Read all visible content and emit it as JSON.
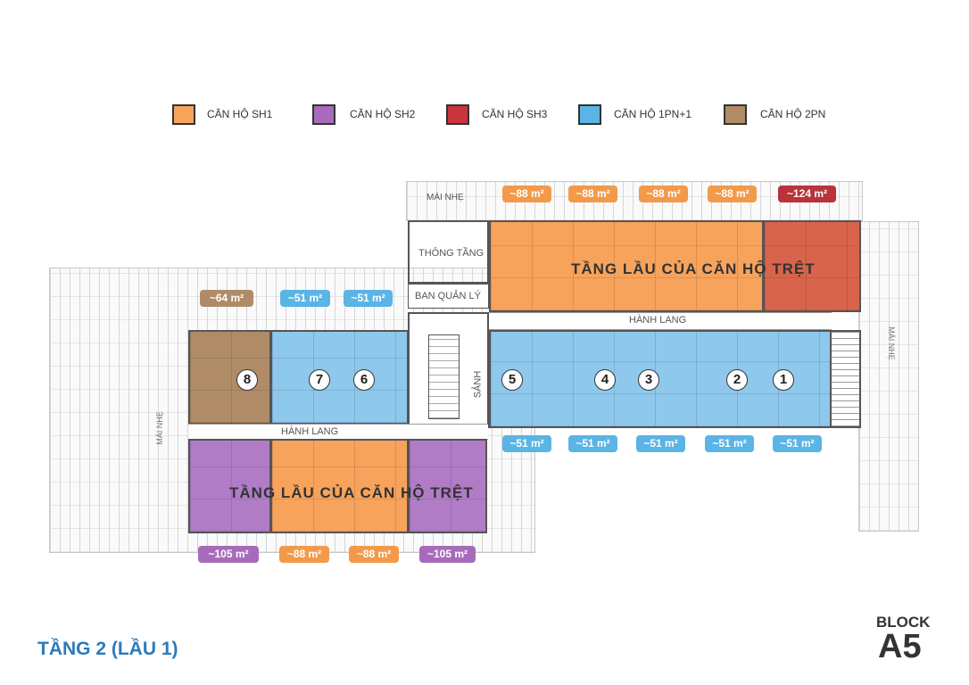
{
  "legend": [
    {
      "label": "CĂN HỘ SH1",
      "color": "#f7a35c"
    },
    {
      "label": "CĂN HỘ SH2",
      "color": "#a86bbb"
    },
    {
      "label": "CĂN HỘ SH3",
      "color": "#c9343f"
    },
    {
      "label": "CĂN HỘ 1PN+1",
      "color": "#5bb4e5"
    },
    {
      "label": "CĂN HỘ 2PN",
      "color": "#b08b68"
    }
  ],
  "labels": {
    "roof": "MÁI NHẸ",
    "void": "THÔNG TẦNG",
    "management": "BAN QUẢN LÝ",
    "corridor": "HÀNH LANG",
    "lobby": "SẢNH",
    "upper_floor": "TẦNG LẦU CỦA CĂN HỘ TRỆT"
  },
  "areas": {
    "top": [
      "~88 m²",
      "~88 m²",
      "~88 m²",
      "~88 m²",
      "~124 m²"
    ],
    "right_bottom": [
      "~51 m²",
      "~51 m²",
      "~51 m²",
      "~51 m²",
      "~51 m²"
    ],
    "left_top": [
      "~64 m²",
      "~51 m²",
      "~51 m²"
    ],
    "left_bottom": [
      "~105 m²",
      "~88 m²",
      "~88 m²",
      "~105 m²"
    ]
  },
  "unit_numbers": [
    "1",
    "2",
    "3",
    "4",
    "5",
    "6",
    "7",
    "8"
  ],
  "title": "TẦNG 2 (LẦU 1)",
  "block": {
    "label": "BLOCK",
    "name": "A5"
  }
}
